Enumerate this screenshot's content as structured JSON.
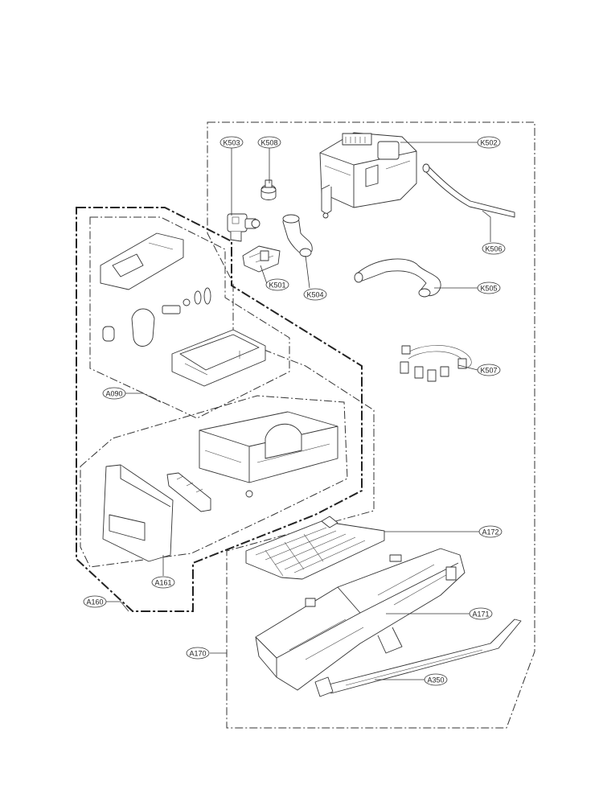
{
  "diagram": {
    "callouts": {
      "K503": "K503",
      "K508": "K508",
      "K502": "K502",
      "K506": "K506",
      "K501": "K501",
      "K504": "K504",
      "K505": "K505",
      "K507": "K507",
      "A090": "A090",
      "A161": "A161",
      "A160": "A160",
      "A172": "A172",
      "A171": "A171",
      "A170": "A170",
      "A350": "A350"
    }
  }
}
